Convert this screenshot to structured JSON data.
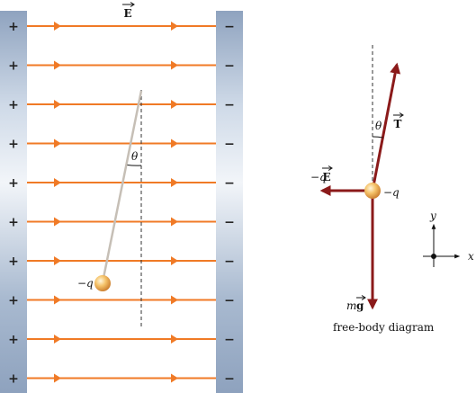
{
  "plates": {
    "positive_sign": "+",
    "negative_sign": "−",
    "sign_count": 10
  },
  "field": {
    "label": "E",
    "line_count": 10,
    "line_color": "#f07a26"
  },
  "pendulum": {
    "angle_label": "θ",
    "charge_label": "−q"
  },
  "free_body": {
    "tension_label": "T",
    "angle_label": "θ",
    "electric_force_prefix": "−q",
    "electric_force_vector": "E",
    "charge_label": "−q",
    "weight_prefix": "m",
    "weight_vector": "g",
    "caption": "free-body diagram",
    "arrow_color": "#8b1a1a"
  },
  "axes": {
    "x_label": "x",
    "y_label": "y"
  }
}
